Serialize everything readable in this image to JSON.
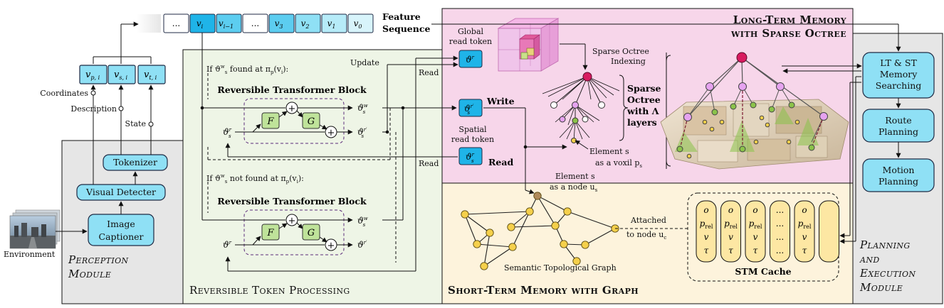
{
  "feature_sequence": {
    "title_line1": "Feature",
    "title_line2": "Sequence",
    "cells": [
      "...",
      "v",
      "v",
      "...",
      "v",
      "v",
      "v",
      "v"
    ],
    "subs": [
      "",
      "i",
      "i−1",
      "",
      "3",
      "2",
      "1",
      "0"
    ]
  },
  "perception": {
    "title_line1": "Perception",
    "title_line2": "Module",
    "environment": "Environment",
    "image_captioner_line1": "Image",
    "image_captioner_line2": "Captioner",
    "visual_detecter": "Visual Detecter",
    "tokenizer": "Tokenizer",
    "coordinates": "Coordinates",
    "description": "Description",
    "state": "State",
    "tokens": [
      "v",
      "v",
      "v"
    ],
    "token_subs": [
      "p, i",
      "s, i",
      "t, i"
    ]
  },
  "reversible": {
    "title": "Reversible Token Processing",
    "cond_found": "If ϑ",
    "cond_found_rest": " found at π",
    "cond_not_found_rest": " not found at π",
    "block_title": "Reversible Transformer Block",
    "F": "F",
    "G": "G",
    "update": "Update",
    "read1": "Read",
    "read2": "Read"
  },
  "long_term": {
    "title_line1": "Long-Term Memory",
    "title_line2": "with Sparse Octree",
    "global_read_token_line1": "Global",
    "global_read_token_line2": "read token",
    "spatial_read_token_line1": "Spatial",
    "spatial_read_token_line2": "read token",
    "write": "Write",
    "read": "Read",
    "sparse_octree_indexing_line1": "Sparse Octree",
    "sparse_octree_indexing_line2": "Indexing",
    "sparse_octree_layers_line1": "Sparse",
    "sparse_octree_layers_line2": "Octree",
    "sparse_octree_layers_line3": "with Λ",
    "sparse_octree_layers_line4": "layers",
    "element_line1": "Element s",
    "element_line2": "as a voxil p"
  },
  "short_term": {
    "title": "Short-Term Memory with Graph",
    "element_node_line1": "Element s",
    "element_node_line2": "as a node u",
    "attached_line1": "Attached",
    "attached_line2": "to node u",
    "graph_label": "Semantic Topological Graph",
    "stm_cache": "STM Cache",
    "cache_rows": [
      "o",
      "p",
      "v",
      "τ"
    ],
    "cache_row_sub": "rel"
  },
  "planning": {
    "title_line1": "Planning",
    "title_line2": "and",
    "title_line3": "Execution",
    "title_line4": "Module",
    "search_line1": "LT & ST",
    "search_line2": "Memory",
    "search_line3": "Searching",
    "route_line1": "Route",
    "route_line2": "Planning",
    "motion_line1": "Motion",
    "motion_line2": "Planning"
  },
  "colors": {
    "token_blue": "#8fe0f5",
    "token_dark": "#1fb4e8",
    "perception_bg": "#e6e6e6",
    "reversible_bg": "#eef5e6",
    "long_term_bg": "#f7d6ea",
    "short_term_bg": "#fdf3dc",
    "planning_bg": "#e6e6e6",
    "node_yellow": "#f5d04b",
    "octree_magenta": "#d81b60",
    "octree_violet": "#e6a3f0",
    "octree_green": "#8bc34a"
  }
}
